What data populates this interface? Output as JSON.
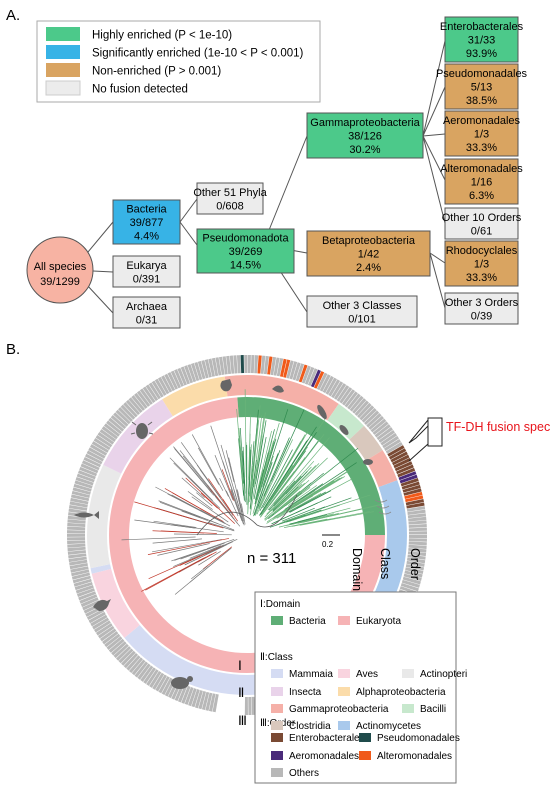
{
  "panel_a": {
    "label": "A.",
    "legend": [
      {
        "text": "Highly enriched (P < 1e-10)",
        "color": "#4cc98a"
      },
      {
        "text": "Significantly enriched (1e-10 < P < 0.001)",
        "color": "#37b3e6"
      },
      {
        "text": "Non-enriched (P > 0.001)",
        "color": "#d9a461"
      },
      {
        "text": "No fusion detected",
        "color": "#ececec"
      }
    ],
    "root": {
      "title": "All species",
      "value": "39/1299",
      "color": "#f7b3a3"
    },
    "nodes": [
      {
        "id": "bacteria",
        "lines": [
          "Bacteria",
          "39/877",
          "4.4%"
        ],
        "color": "#37b3e6"
      },
      {
        "id": "eukarya",
        "lines": [
          "Eukarya",
          "0/391"
        ],
        "color": "#ececec"
      },
      {
        "id": "archaea",
        "lines": [
          "Archaea",
          "0/31"
        ],
        "color": "#ececec"
      },
      {
        "id": "other-phyla",
        "lines": [
          "Other 51 Phyla",
          "0/608"
        ],
        "color": "#ececec"
      },
      {
        "id": "pseudomonadota",
        "lines": [
          "Pseudomonadota",
          "39/269",
          "14.5%"
        ],
        "color": "#4cc98a"
      },
      {
        "id": "gammaproteobacteria",
        "lines": [
          "Gammaproteobacteria",
          "38/126",
          "30.2%"
        ],
        "color": "#4cc98a"
      },
      {
        "id": "betaproteobacteria",
        "lines": [
          "Betaproteobacteria",
          "1/42",
          "2.4%"
        ],
        "color": "#d9a461"
      },
      {
        "id": "other-classes",
        "lines": [
          "Other 3 Classes",
          "0/101"
        ],
        "color": "#ececec"
      },
      {
        "id": "enterobacterales",
        "lines": [
          "Enterobacterales",
          "31/33",
          "93.9%"
        ],
        "color": "#4cc98a"
      },
      {
        "id": "pseudomonadales",
        "lines": [
          "Pseudomonadales",
          "5/13",
          "38.5%"
        ],
        "color": "#d9a461"
      },
      {
        "id": "aeromonadales",
        "lines": [
          "Aeromonadales",
          "1/3",
          "33.3%"
        ],
        "color": "#d9a461"
      },
      {
        "id": "alteromonadales",
        "lines": [
          "Alteromonadales",
          "1/16",
          "6.3%"
        ],
        "color": "#d9a461"
      },
      {
        "id": "other-orders-10",
        "lines": [
          "Other 10 Orders",
          "0/61"
        ],
        "color": "#ececec"
      },
      {
        "id": "rhodocyclales",
        "lines": [
          "Rhodocyclales",
          "1/3",
          "33.3%"
        ],
        "color": "#d9a461"
      },
      {
        "id": "other-orders-3",
        "lines": [
          "Other 3 Orders",
          "0/39"
        ],
        "color": "#ececec"
      }
    ]
  },
  "panel_b": {
    "label": "B.",
    "n_label": "n = 311",
    "scale_label": "0.2",
    "fusion_label": "TF-DH fusion species",
    "fusion_color": "#e8141b",
    "ring_labels": {
      "domain": "Domain",
      "class": "Class",
      "order": "Order"
    },
    "ring_numerals": [
      "Ⅰ",
      "Ⅱ",
      "Ⅲ"
    ],
    "legend": {
      "domain_title": "Ⅰ:Domain",
      "domain_items": [
        {
          "text": "Bacteria",
          "color": "#5fae76"
        },
        {
          "text": "Eukaryota",
          "color": "#f6b3b5"
        }
      ],
      "class_title": "Ⅱ:Class",
      "class_items": [
        {
          "text": "Mammaia",
          "color": "#d5dcf3"
        },
        {
          "text": "Aves",
          "color": "#f9d4df"
        },
        {
          "text": "Actinopteri",
          "color": "#e9e9e9"
        },
        {
          "text": "Insecta",
          "color": "#e9d3ea"
        },
        {
          "text": "Alphaproteobacteria",
          "color": "#fbdcaa"
        },
        {
          "text": "Gammaproteobacteria",
          "color": "#f5b0a8"
        },
        {
          "text": "Bacilli",
          "color": "#c7e8cd"
        },
        {
          "text": "Clostridia",
          "color": "#d9c8bd"
        },
        {
          "text": "Actinomycetes",
          "color": "#a9c9ec"
        }
      ],
      "order_title": "Ⅲ:Order",
      "order_items": [
        {
          "text": "Enterobacterales",
          "color": "#7a4a34"
        },
        {
          "text": "Pseudomonadales",
          "color": "#1f4b4b"
        },
        {
          "text": "Aeromonadales",
          "color": "#4a2a7a"
        },
        {
          "text": "Alteromonadales",
          "color": "#f05a1a"
        },
        {
          "text": "Others",
          "color": "#b8b8b8"
        }
      ]
    }
  }
}
